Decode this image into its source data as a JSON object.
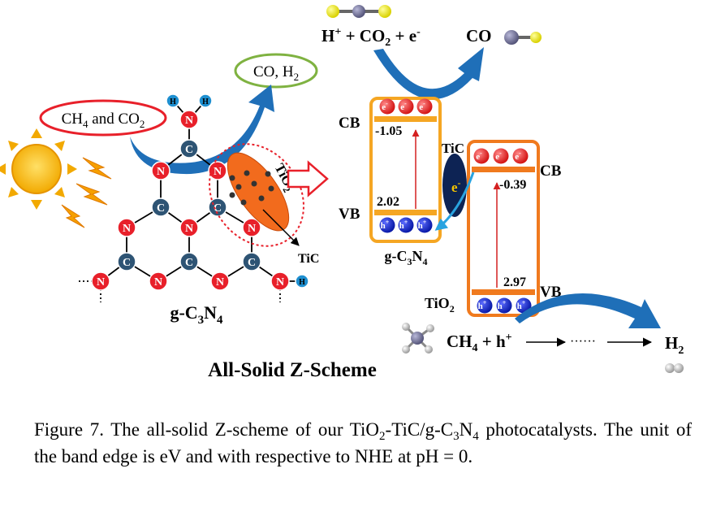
{
  "title": "All-Solid Z-Scheme",
  "reactants_bubble": {
    "main": "CH",
    "sub1": "4",
    "mid": " and CO",
    "sub2": "2"
  },
  "products_bubble": {
    "main": "CO, H",
    "sub1": "2"
  },
  "gcn_atoms": {
    "nitrogen": "N",
    "carbon": "C",
    "hydrogen": "H"
  },
  "gcn_label": {
    "a": "g-C",
    "s1": "3",
    "b": "N",
    "s2": "4"
  },
  "tio2_label": "TiO",
  "tio2_sub": "2",
  "tic_label": "TiC",
  "top_reaction": {
    "h": "H",
    "plus": "+",
    "a": " + CO",
    "co2sub": "2",
    "b": " + e",
    "minus": "-",
    "product": "CO"
  },
  "bands": {
    "gcn": {
      "cb_label": "CB",
      "vb_label": "VB",
      "cb_value": "-1.05",
      "vb_value": "2.02",
      "name_a": "g-C",
      "s1": "3",
      "name_b": "N",
      "s2": "4"
    },
    "tio2": {
      "cb_label": "CB",
      "vb_label": "VB",
      "cb_value": "-0.39",
      "vb_value": "2.97",
      "name": "TiO",
      "sub": "2"
    },
    "electron": "e",
    "electron_charge": "-",
    "hole": "h",
    "hole_charge": "+",
    "tic_bridge": "TiC"
  },
  "bottom_reaction": {
    "a": "CH",
    "s": "4",
    "b": " + h",
    "plus": "+",
    "dots": "······",
    "product": "H",
    "psub": "2"
  },
  "caption": {
    "t1": "Figure 7. The all-solid Z-scheme of our TiO",
    "s1": "2",
    "t2": "-TiC/g-C",
    "s2": "3",
    "t3": "N",
    "s3": "4",
    "t4": " photocatalysts. The unit of the band edge is eV and with respective to NHE at pH = 0."
  },
  "colors": {
    "nitrogen": "#e8202a",
    "carbon": "#2e5474",
    "hydrogen": "#1e8fd0",
    "band_frame": "#f5a623",
    "tio2_frame": "#f07a1e",
    "tio2_particle": "#f26b1d",
    "arrow_blue": "#1f6fb8",
    "electron": "#e52b2b",
    "hole": "#1528c6",
    "tic_bridge": "#0d2354",
    "sun": "#f7b500",
    "bubble_green": "#7fb241"
  }
}
